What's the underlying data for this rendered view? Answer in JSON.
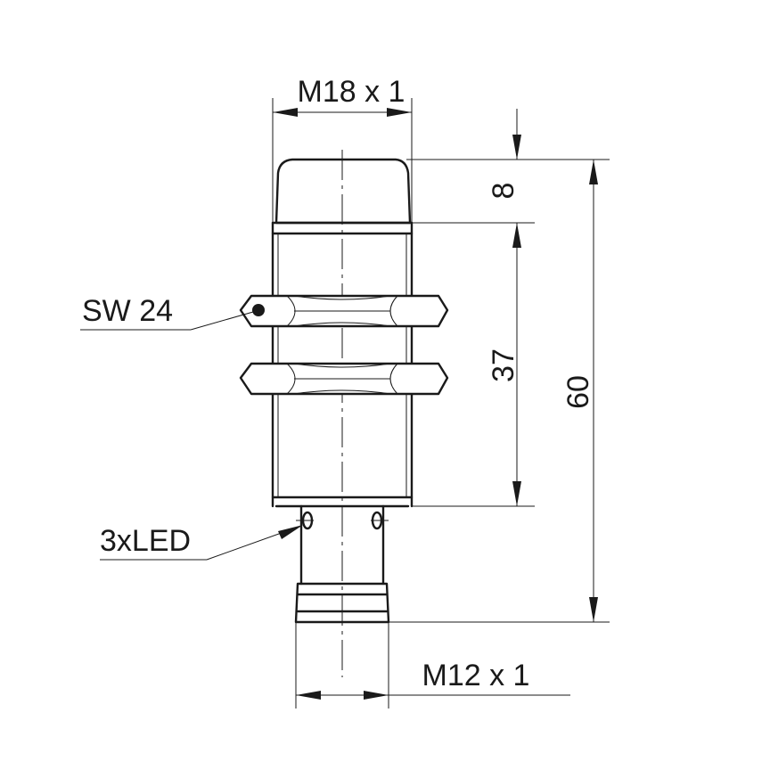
{
  "dimensions": {
    "thread_top": "M18 x 1",
    "cap_height": "8",
    "body_length": "37",
    "total_length": "60",
    "thread_bottom": "M12 x 1"
  },
  "callouts": {
    "wrench_size": "SW 24",
    "led": "3xLED"
  }
}
